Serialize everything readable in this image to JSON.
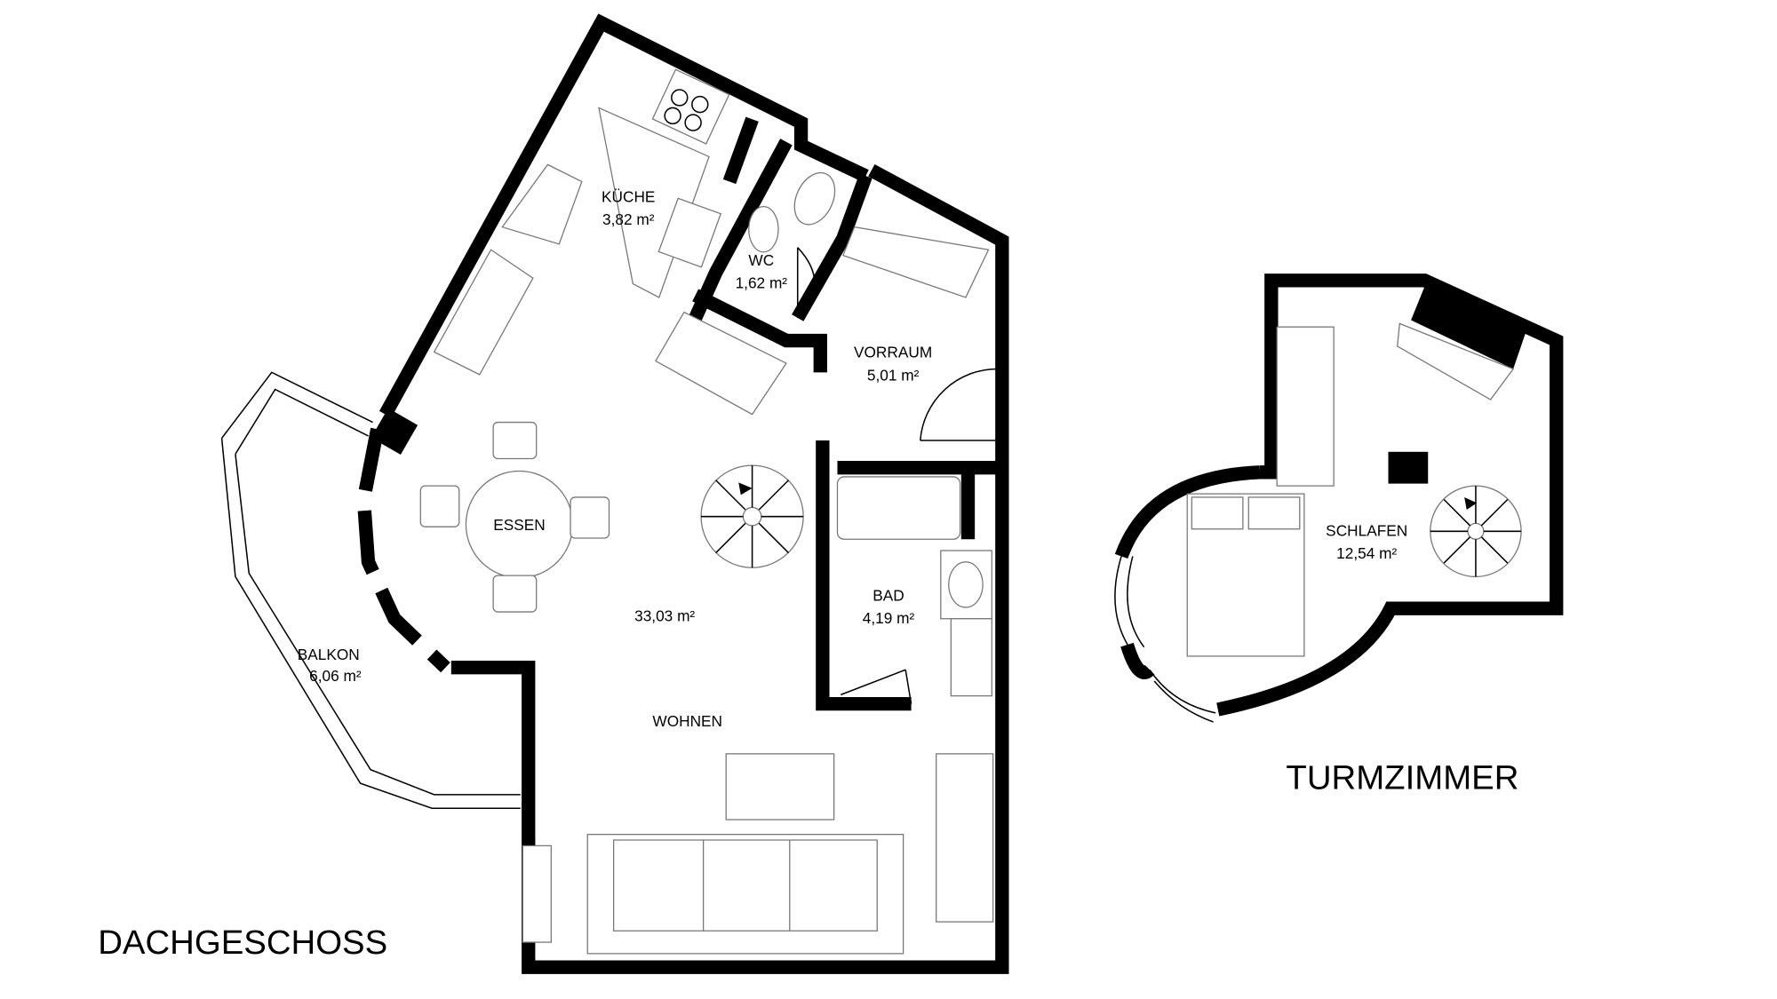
{
  "plans": {
    "dachgeschoss": {
      "title": "DACHGESCHOSS",
      "rooms": [
        {
          "name": "KÜCHE",
          "area": "3,82 m²"
        },
        {
          "name": "WC",
          "area": "1,62 m²"
        },
        {
          "name": "VORRAUM",
          "area": "5,01 m²"
        },
        {
          "name": "ESSEN",
          "area": ""
        },
        {
          "name": "WOHNEN",
          "area": "33,03 m²"
        },
        {
          "name": "BAD",
          "area": "4,19 m²"
        },
        {
          "name": "BALKON",
          "area": "6,06 m²"
        }
      ]
    },
    "turmzimmer": {
      "title": "TURMZIMMER",
      "rooms": [
        {
          "name": "SCHLAFEN",
          "area": "12,54 m²"
        }
      ]
    }
  },
  "colors": {
    "wall": "#000000",
    "furniture": "#777777",
    "background": "#ffffff"
  }
}
